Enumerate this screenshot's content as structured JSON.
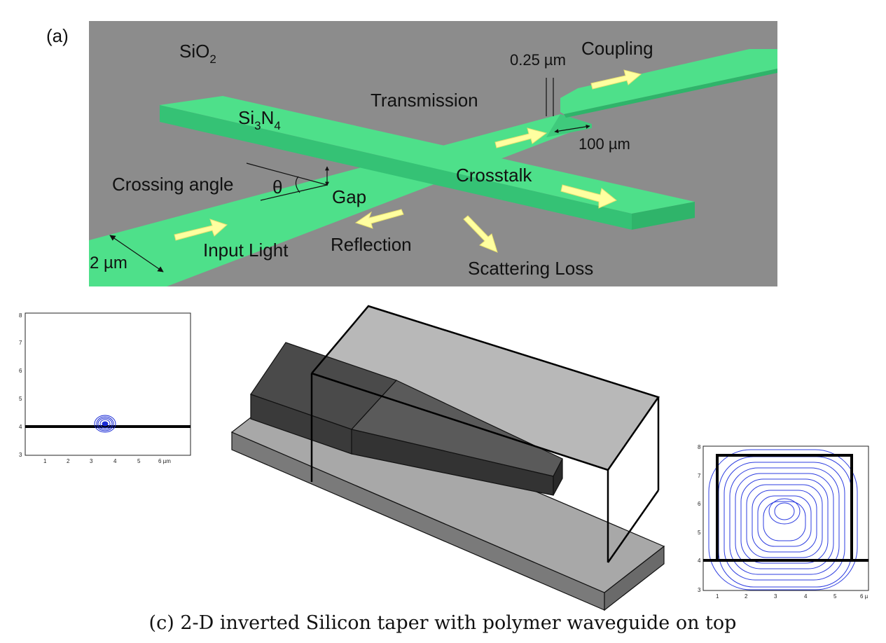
{
  "panel_a": {
    "tag": "(a)",
    "cladding": "SiO",
    "cladding_sub": "2",
    "core_pre": "Si",
    "core_sub1": "3",
    "core_mid": "N",
    "core_sub2": "4",
    "gap_width": "0.25 µm",
    "coupling": "Coupling",
    "transmission": "Transmission",
    "taper_length": "100 µm",
    "crossing_angle": "Crossing angle",
    "theta": "θ",
    "gap": "Gap",
    "crosstalk": "Crosstalk",
    "input_light": "Input Light",
    "reflection": "Reflection",
    "scattering_loss": "Scattering Loss",
    "wg_width": "2 µm",
    "colors": {
      "background": "#8c8c8c",
      "waveguide": "#4ee08a",
      "waveguide_side": "#2fb46a",
      "arrow": "#ffffa0"
    }
  },
  "mode_plot_left": {
    "y_ticks": [
      "3",
      "4",
      "5",
      "6",
      "7",
      "8"
    ],
    "x_ticks": [
      "1",
      "2",
      "3",
      "4",
      "5",
      "6 µm"
    ]
  },
  "mode_plot_right": {
    "y_ticks": [
      "3",
      "4",
      "5",
      "6",
      "7",
      "8"
    ],
    "x_ticks": [
      "1",
      "2",
      "3",
      "4",
      "5",
      "6 µ"
    ]
  },
  "caption": "(c) 2-D inverted Silicon taper with polymer waveguide on top"
}
